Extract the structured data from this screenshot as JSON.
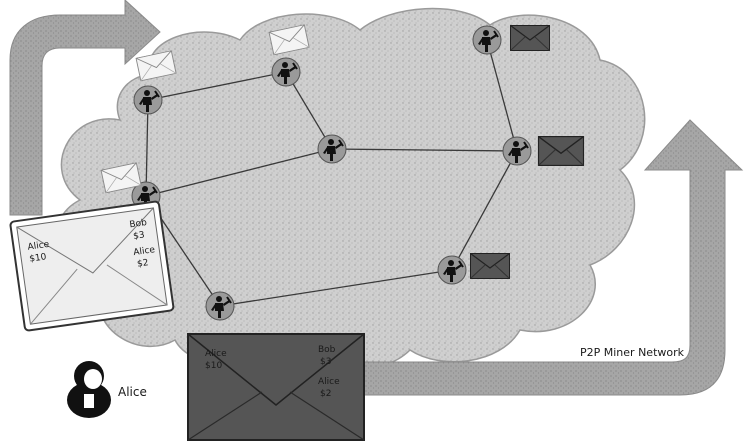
{
  "network_label": "P2P Miner Network",
  "user": {
    "name": "Alice"
  },
  "ledger_card": {
    "entries": [
      {
        "name": "Alice",
        "amount": "$10"
      },
      {
        "name": "Bob",
        "amount": "$3"
      },
      {
        "name": "Alice",
        "amount": "$2"
      }
    ]
  },
  "big_envelope": {
    "entries": [
      {
        "name": "Alice",
        "amount": "$10"
      },
      {
        "name": "Bob",
        "amount": "$3"
      },
      {
        "name": "Alice",
        "amount": "$2"
      }
    ]
  },
  "icons": {
    "miner": "miner-icon",
    "envelope": "envelope-icon",
    "user": "user-avatar-icon"
  },
  "colors": {
    "cloud": "#cfcfcf",
    "arrow": "#a6a6a6",
    "link": "#3a3a3a",
    "miner_disc": "#9a9a9a",
    "dark_envelope": "#555555",
    "light_envelope": "#f2f2f2"
  }
}
